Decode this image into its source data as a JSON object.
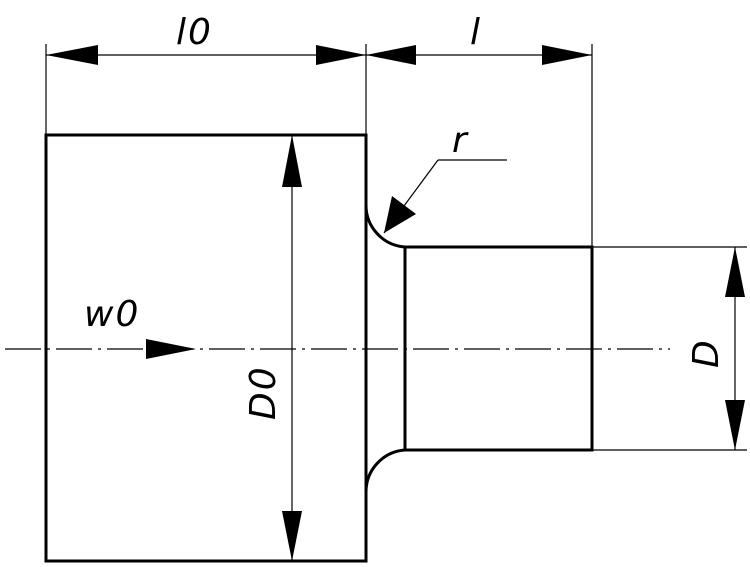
{
  "labels": {
    "l0": {
      "main": "l",
      "sub": "0"
    },
    "l": "l",
    "r": "r",
    "w0": {
      "main": "w",
      "sub": "0"
    },
    "D0": {
      "main": "D",
      "sub": "0"
    },
    "D": "D"
  }
}
